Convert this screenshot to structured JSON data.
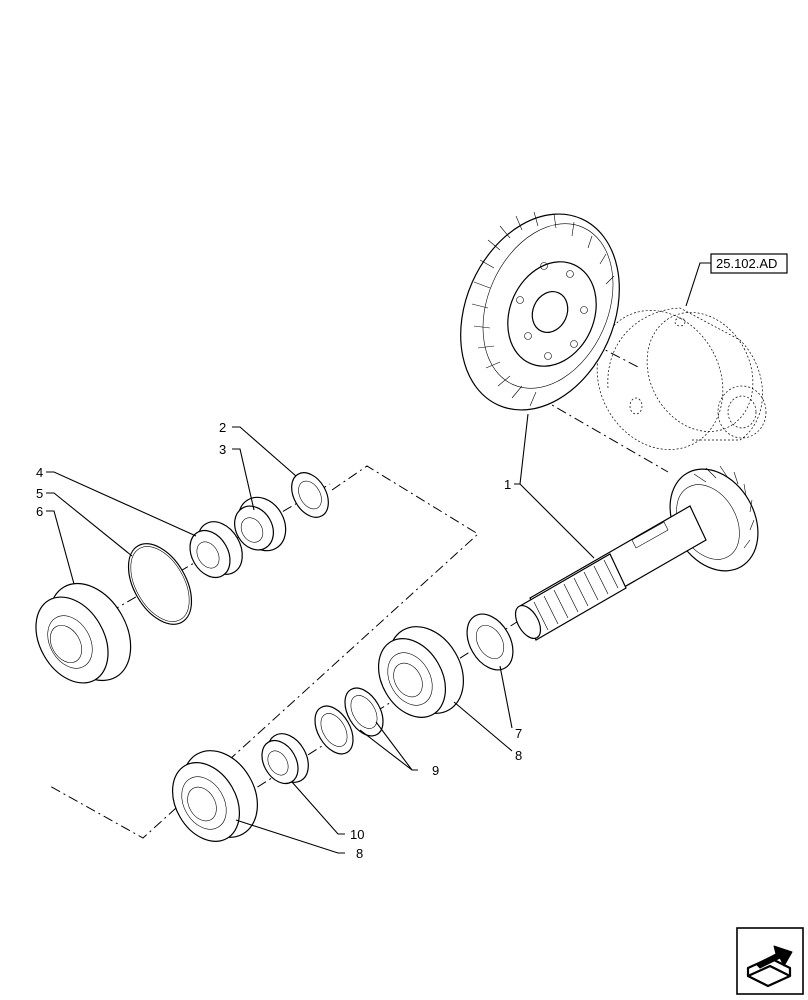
{
  "reference_box": {
    "text": "25.102.AD"
  },
  "callouts": [
    {
      "id": "1",
      "text": "1"
    },
    {
      "id": "2",
      "text": "2"
    },
    {
      "id": "3",
      "text": "3"
    },
    {
      "id": "4",
      "text": "4"
    },
    {
      "id": "5",
      "text": "5"
    },
    {
      "id": "6",
      "text": "6"
    },
    {
      "id": "7",
      "text": "7"
    },
    {
      "id": "8a",
      "text": "8"
    },
    {
      "id": "9",
      "text": "9"
    },
    {
      "id": "10",
      "text": "10"
    },
    {
      "id": "8b",
      "text": "8"
    }
  ],
  "nav_icon": {
    "name": "next-page-arrow-icon"
  }
}
